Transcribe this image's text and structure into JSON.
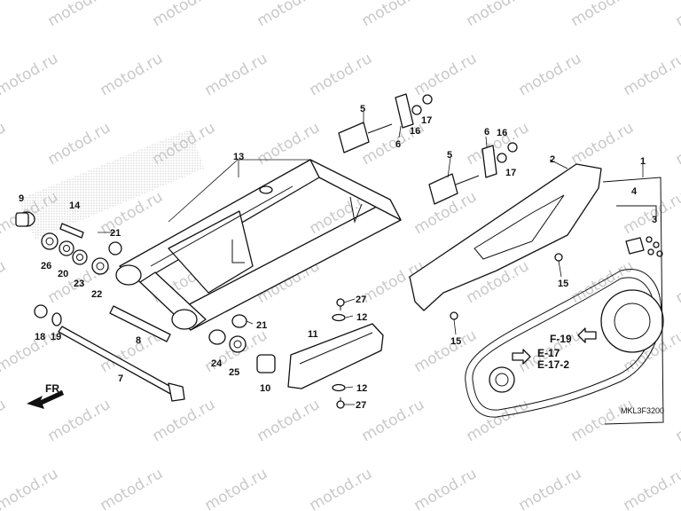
{
  "watermark": "motod.ru",
  "diagram_code": "MKL3F3200",
  "front_label": "FR.",
  "callouts": [
    "1",
    "2",
    "3",
    "4",
    "5",
    "5",
    "6",
    "6",
    "7",
    "8",
    "9",
    "10",
    "11",
    "12",
    "12",
    "13",
    "14",
    "15",
    "15",
    "16",
    "16",
    "17",
    "17",
    "18",
    "19",
    "20",
    "21",
    "21",
    "22",
    "23",
    "24",
    "25",
    "26",
    "27",
    "27"
  ],
  "references": [
    "F-19",
    "E-17",
    "E-17-2"
  ],
  "parts": {
    "swingarm": "13",
    "chain_case": "2",
    "drive_chain": "1",
    "chain_slider": "11",
    "pivot_bolt": "7",
    "pivot_collar": "8"
  }
}
